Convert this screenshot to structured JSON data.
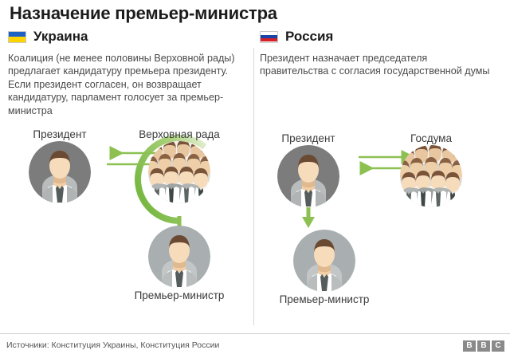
{
  "title": "Назначение премьер-министра",
  "accent_color": "#8cc152",
  "divider_color": "#d8d8d8",
  "columns": [
    {
      "flag": "ukraine-flag",
      "country": "Украина",
      "description": "Коалиция (не менее половины Верховной рады) предлагает кандидатуру премьера президенту. Если президент согласен, он возвращает кандидатуру, парламент голосует за премьер-министра",
      "nodes": {
        "president_label": "Президент",
        "assembly_label": "Верховная рада",
        "pm_label": "Премьер-министр"
      }
    },
    {
      "flag": "russia-flag",
      "country": "Россия",
      "description": "Президент назначает председателя правительства с согласия государственной думы",
      "nodes": {
        "president_label": "Президент",
        "assembly_label": "Госдума",
        "pm_label": "Премьер-министр"
      }
    }
  ],
  "footer": {
    "source": "Источники: Конституция Украины, Конституция России",
    "logo": [
      "B",
      "B",
      "C"
    ]
  }
}
